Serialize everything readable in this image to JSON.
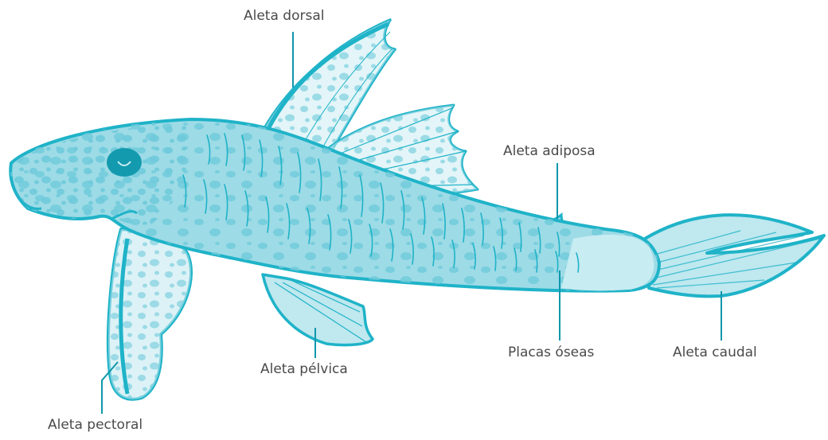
{
  "diagram": {
    "subject": "pez",
    "labels": {
      "dorsal": "Aleta dorsal",
      "adipose": "Aleta adiposa",
      "pectoral": "Aleta pectoral",
      "pelvic": "Aleta pélvica",
      "plates": "Placas óseas",
      "caudal": "Aleta caudal"
    },
    "colors": {
      "outline": "#1fb3c8",
      "body": "#9ddbe6",
      "body_light": "#c7ecf2",
      "fin": "#bfe8ef",
      "spots": "#6fcadb",
      "eye": "#139aae",
      "leader": "#0e97ab",
      "text": "#4a4a4a"
    }
  }
}
